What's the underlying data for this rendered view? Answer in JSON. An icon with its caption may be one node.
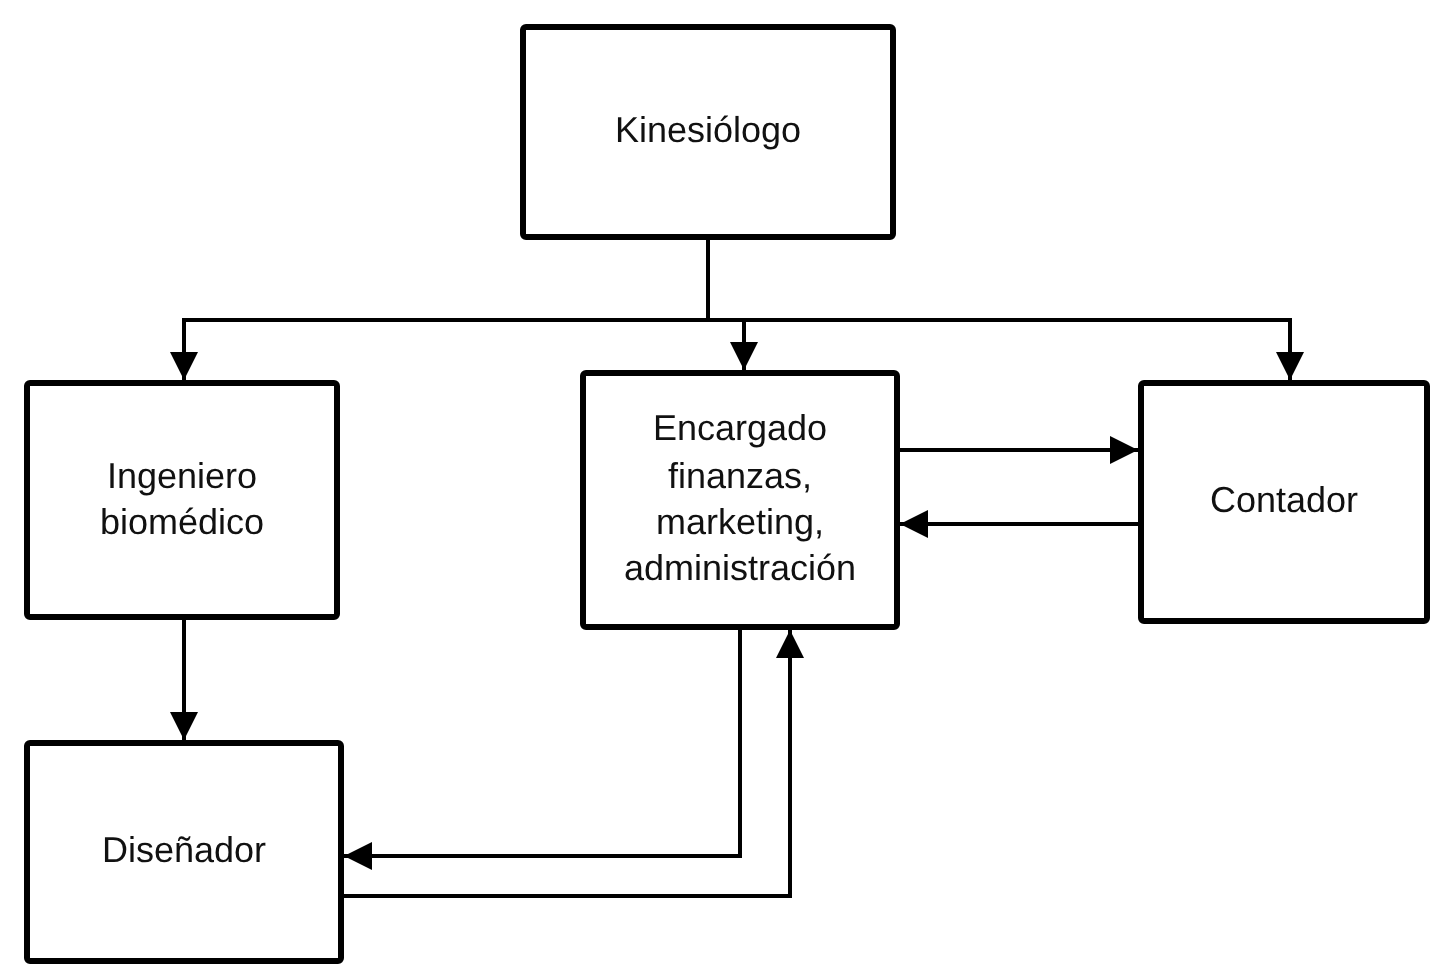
{
  "diagram": {
    "nodes": [
      {
        "text": [
          "Kinesiólogo"
        ]
      },
      {
        "text": [
          "Ingeniero biomédico"
        ]
      },
      {
        "text": [
          "Encargado finanzas, marketing, administración"
        ]
      },
      {
        "text": [
          "Contador"
        ]
      },
      {
        "text": [
          "Diseñador"
        ]
      }
    ],
    "edges": [
      {
        "from": 0,
        "to": 1,
        "arrow": "to"
      },
      {
        "from": 0,
        "to": 2,
        "arrow": "to"
      },
      {
        "from": 0,
        "to": 3,
        "arrow": "to"
      },
      {
        "from": 1,
        "to": 4,
        "arrow": "to"
      },
      {
        "from": 2,
        "to": 3,
        "arrow": "to"
      },
      {
        "from": 3,
        "to": 2,
        "arrow": "to"
      },
      {
        "from": 2,
        "to": 4,
        "arrow": "to"
      },
      {
        "from": 4,
        "to": 2,
        "arrow": "to"
      }
    ]
  }
}
